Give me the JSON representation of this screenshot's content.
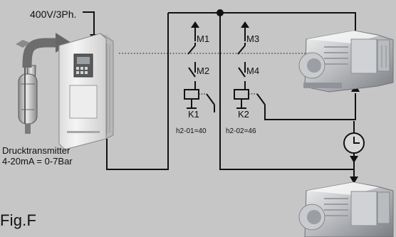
{
  "supply_label": "400V/3Ph.",
  "sensor_label_line1": "Drucktransmitter",
  "sensor_label_line2": "4-20mA = 0-7Bar",
  "contacts": {
    "m1": "M1",
    "m2": "M2",
    "m3": "M3",
    "m4": "M4"
  },
  "relays": {
    "k1": "K1",
    "k2": "K2"
  },
  "parameters": {
    "h2_01": "h2-01=40",
    "h2_02": "h2-02=46"
  },
  "footer_text": "Fig.F",
  "colors": {
    "background": "#c6c6c6",
    "line": "#111111",
    "arrow": "#555555"
  },
  "icons": {
    "timer": "clock-icon",
    "inverter": "frequency-inverter-icon",
    "transmitter": "pressure-transmitter-icon",
    "compressor": "compressor-icon"
  }
}
